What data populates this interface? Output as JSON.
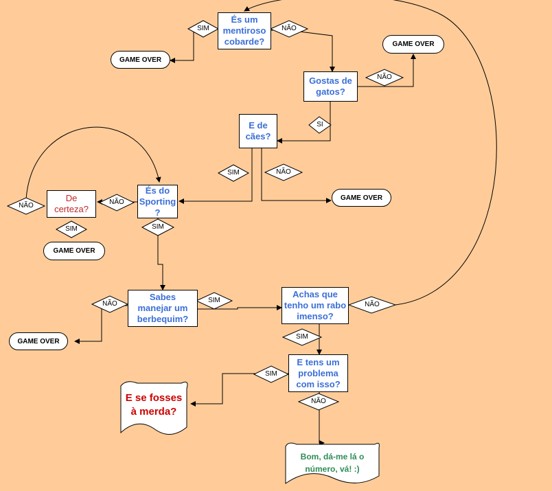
{
  "colors": {
    "background": "#FFCC99",
    "box_text": "#3B6FD6",
    "red_text": "#C0282A",
    "green_text": "#2E8B57",
    "dark_red": "#CC0000"
  },
  "boxes": {
    "mentiroso": "És um\nmentiroso\ncobarde?",
    "gatos": "Gostas de\ngatos?",
    "caes": "E de\ncães?",
    "sporting": "És do\nSporting\n?",
    "certeza": "De\ncerteza?",
    "berbequim": "Sabes\nmanejar um\nberbequim?",
    "rabo": "Achas que\ntenho um rabo\nimenso?",
    "problema": "E tens um\nproblema\ncom isso?"
  },
  "labels": {
    "sim": "SIM",
    "nao": "NÃO",
    "si": "SI"
  },
  "terminals": {
    "game_over": "GAME OVER"
  },
  "documents": {
    "merda": "E se fosses\nà merda?",
    "numero": "Bom, dá-me lá o\nnúmero, vá! :)"
  }
}
